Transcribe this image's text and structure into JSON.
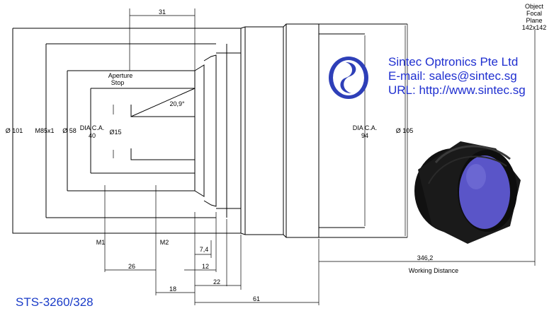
{
  "company": {
    "name": "Sintec Optronics Pte Ltd",
    "email": "E-mail: sales@sintec.sg",
    "url": "URL: http://www.sintec.sg"
  },
  "model": "STS-3260/328",
  "object_plane": [
    "Object",
    "Focal",
    "Plane",
    "142x142"
  ],
  "labels": {
    "aperture_stop": [
      "Aperture",
      "Stop"
    ],
    "angle": "20,9°",
    "dia_ca_40": [
      "DIA C.A.",
      "40"
    ],
    "dia_ca_94": [
      "DIA C.A.",
      "94"
    ],
    "d15": "Ø15",
    "d58": "Ø 58",
    "m85": "M85x1",
    "d101": "Ø 101",
    "d105": "Ø 105",
    "m1": "M1",
    "m2": "M2",
    "working_distance": "Working Distance"
  },
  "dimensions": {
    "d31": "31",
    "d7_4": "7,4",
    "d12": "12",
    "d22": "22",
    "d26": "26",
    "d18": "18",
    "d61": "61",
    "d346_2": "346,2"
  },
  "colors": {
    "brand_blue": "#1f2fd0",
    "lens_face": "#5a55c8",
    "lens_body": "#111111"
  }
}
